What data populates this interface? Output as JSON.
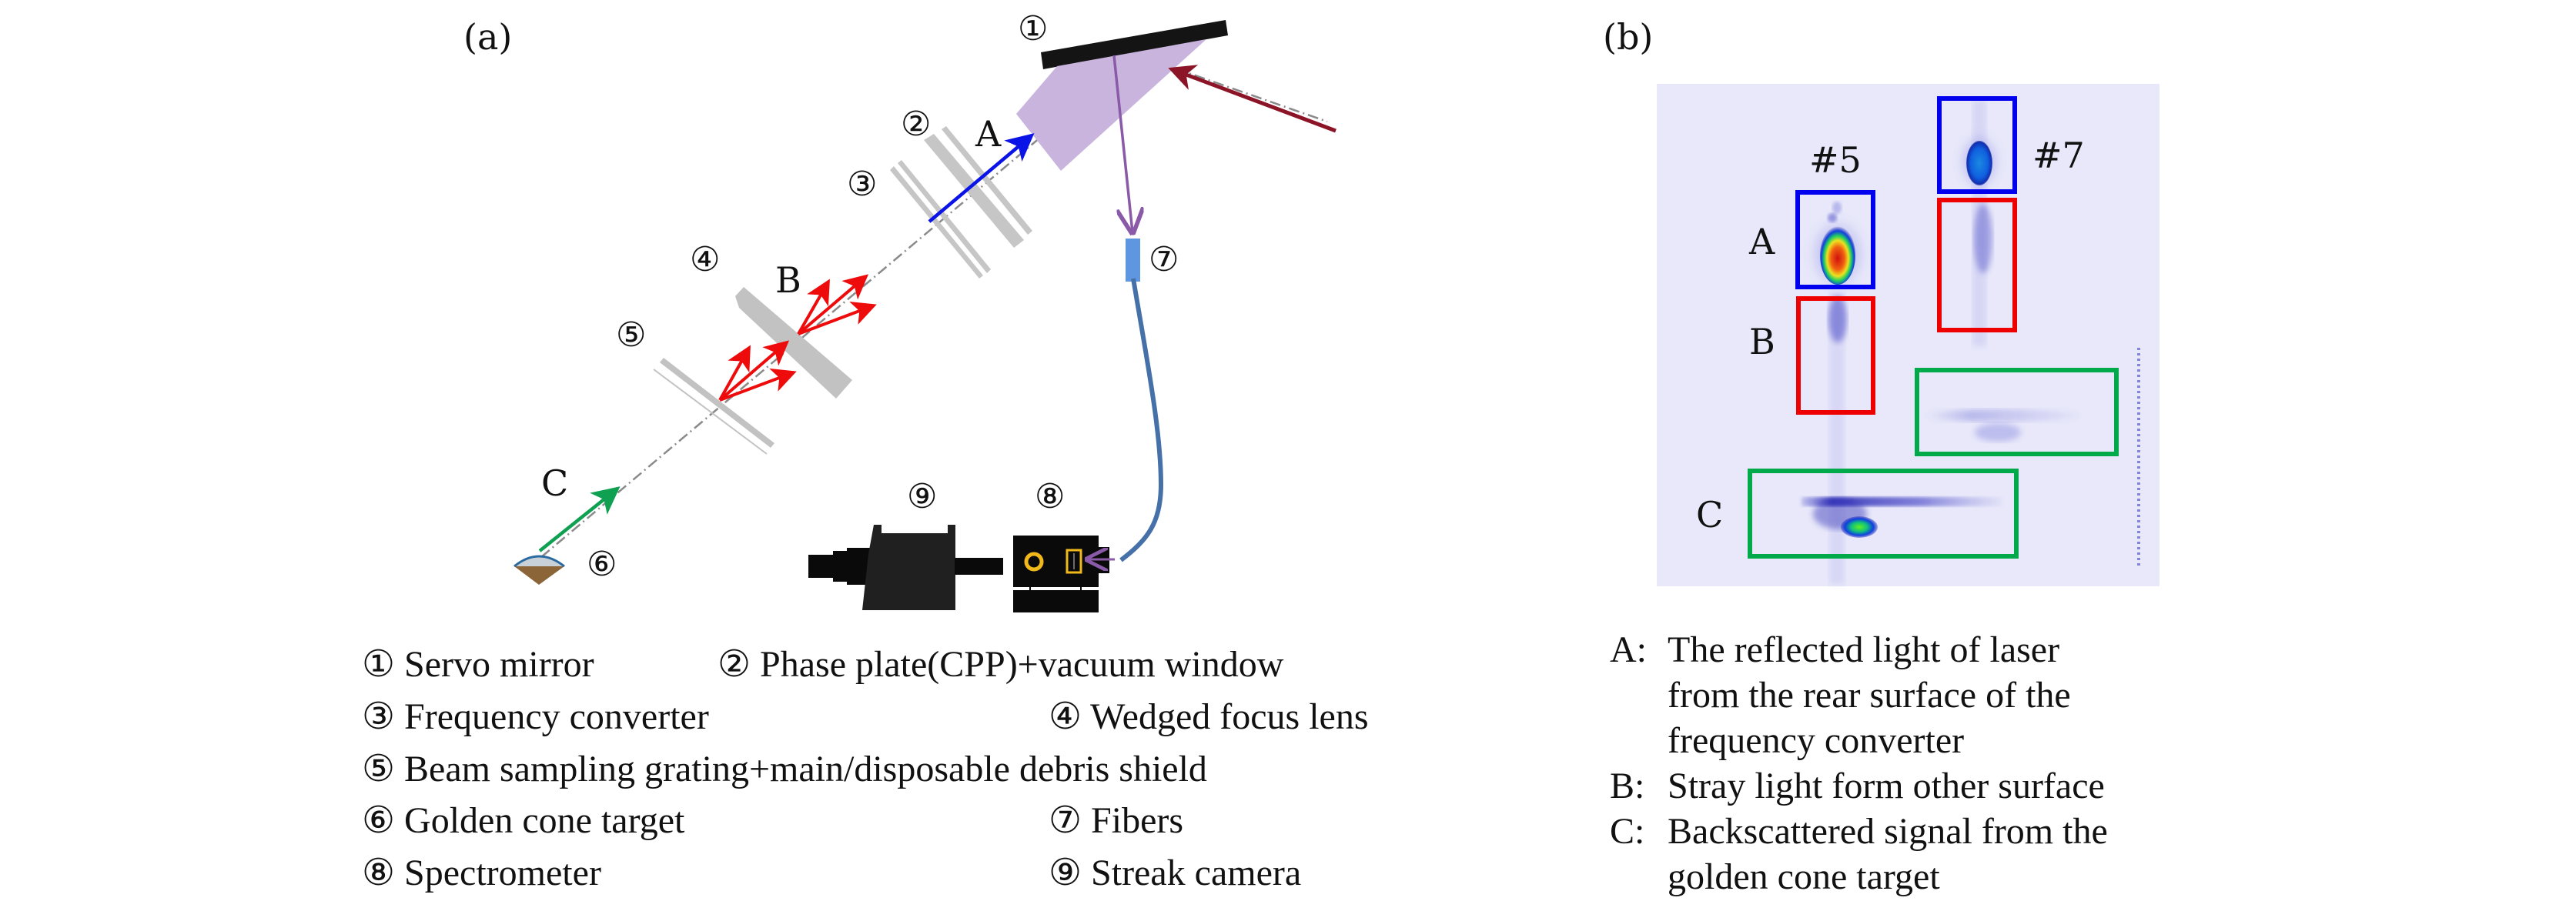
{
  "panel_a": {
    "label": "(a)",
    "markers": {
      "m1": "①",
      "m2": "②",
      "m3": "③",
      "m4": "④",
      "m5": "⑤",
      "m6": "⑥",
      "m7": "⑦",
      "m8": "⑧",
      "m9": "⑨"
    },
    "beam_labels": {
      "A": "A",
      "B": "B",
      "C": "C"
    },
    "colors": {
      "mirror": "#141414",
      "prism": "#c9b4de",
      "optics_gray": "#c6c6c6",
      "incident_beam": "#8b1426",
      "signal_A": "#0a14e6",
      "signal_B": "#ee0b0b",
      "signal_C": "#0fa052",
      "fiber_pointer": "#8a5aa8",
      "fiber_head": "#5e97e0",
      "fiber_cable": "#4670a8",
      "instrument": "#0a0a0a",
      "slit": "#f0b81a"
    },
    "legend": [
      {
        "marker": "①",
        "text": "Servo mirror"
      },
      {
        "marker": "②",
        "text": "Phase plate(CPP)+vacuum window"
      },
      {
        "marker": "③",
        "text": "Frequency converter"
      },
      {
        "marker": "④",
        "text": "Wedged focus lens"
      },
      {
        "marker": "⑤",
        "text": "Beam sampling grating+main/disposable debris shield"
      },
      {
        "marker": "⑥",
        "text": "Golden cone target"
      },
      {
        "marker": "⑦",
        "text": "Fibers"
      },
      {
        "marker": "⑧",
        "text": "Spectrometer"
      },
      {
        "marker": "⑨",
        "text": "Streak camera"
      }
    ]
  },
  "panel_b": {
    "label": "(b)",
    "shot_labels": {
      "s5": "#5",
      "s7": "#7"
    },
    "region_labels": {
      "A": "A",
      "B": "B",
      "C": "C"
    },
    "colors": {
      "background": "#e8e8fa",
      "box_A": "#0000ee",
      "box_B": "#ee0000",
      "box_C": "#00aa4a"
    },
    "descriptions": [
      {
        "key": "A:",
        "lines": [
          "The reflected light of laser",
          "from the rear surface of the",
          "frequency converter"
        ]
      },
      {
        "key": "B:",
        "lines": [
          "Stray light form other surface"
        ]
      },
      {
        "key": "C:",
        "lines": [
          "Backscattered signal from the",
          "golden cone target"
        ]
      }
    ]
  }
}
